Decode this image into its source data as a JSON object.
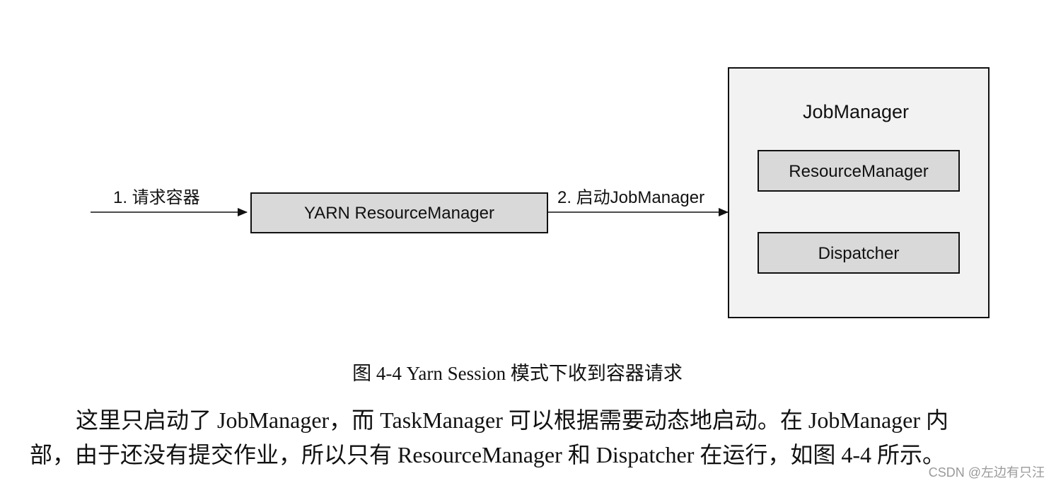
{
  "diagram": {
    "nodes": {
      "yarn_rm": {
        "label": "YARN ResourceManager"
      },
      "jobmanager": {
        "title": "JobManager",
        "children": {
          "resource_manager": {
            "label": "ResourceManager"
          },
          "dispatcher": {
            "label": "Dispatcher"
          }
        }
      }
    },
    "edges": {
      "request": {
        "label": "1. 请求容器"
      },
      "start": {
        "label": "2. 启动JobManager"
      }
    },
    "colors": {
      "box_fill": "#d9d9d9",
      "container_fill": "#f2f2f2",
      "stroke": "#111111"
    }
  },
  "caption": "图 4-4 Yarn Session 模式下收到容器请求",
  "paragraph": {
    "line1": "这里只启动了 JobManager，而 TaskManager 可以根据需要动态地启动。在 JobManager 内",
    "line2": "部，由于还没有提交作业，所以只有 ResourceManager 和 Dispatcher 在运行，如图 4-4 所示。"
  },
  "watermark": "CSDN @左边有只汪"
}
